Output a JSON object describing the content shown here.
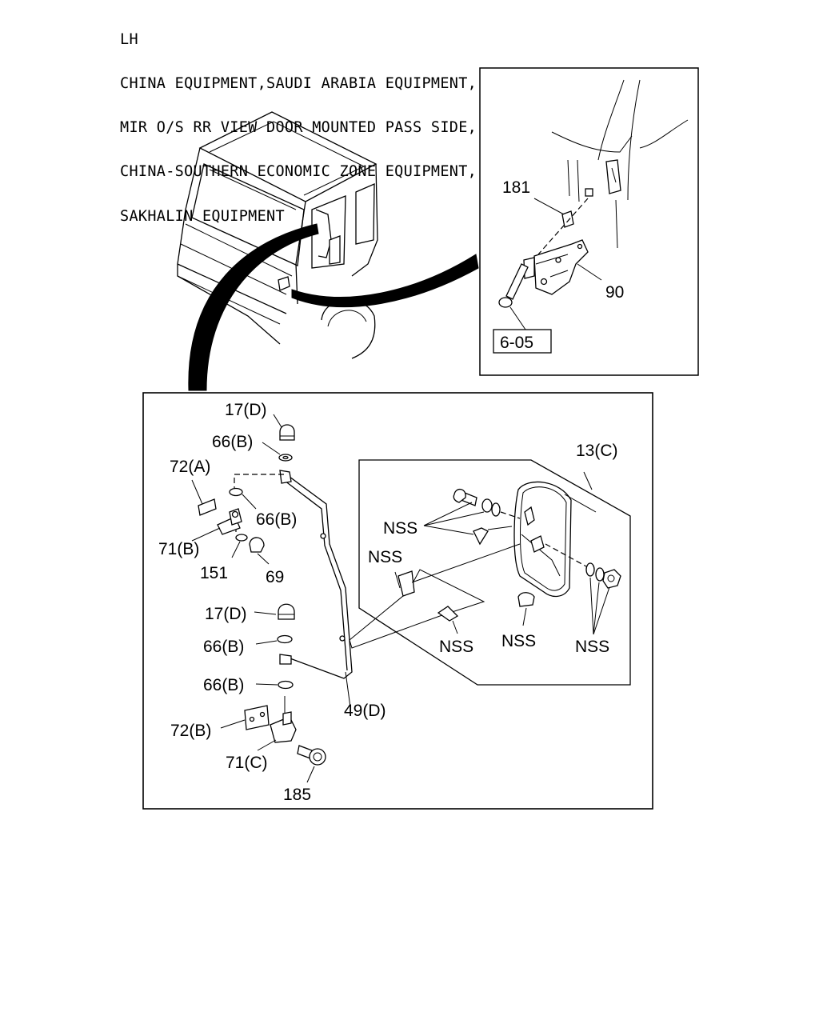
{
  "title": {
    "lines": [
      "LH",
      "CHINA EQUIPMENT,SAUDI ARABIA EQUIPMENT,",
      "MIR O/S RR VIEW DOOR MOUNTED PASS SIDE,",
      "CHINA-SOUTHERN ECONOMIC ZONE EQUIPMENT,",
      "SAKHALIN EQUIPMENT"
    ]
  },
  "inset": {
    "labels": {
      "p181": "181",
      "p90": "90",
      "ref": "6-05"
    }
  },
  "main": {
    "labels": {
      "p17_top": "17(D)",
      "p66_1": "66(B)",
      "p72a": "72(A)",
      "p66_2": "66(B)",
      "p71b": "71(B)",
      "p151": "151",
      "p69": "69",
      "p17_mid": "17(D)",
      "p66_3": "66(B)",
      "p66_4": "66(B)",
      "p72b": "72(B)",
      "p71c": "71(C)",
      "p185": "185",
      "p49d": "49(D)",
      "p13c": "13(C)",
      "nss1": "NSS",
      "nss2": "NSS",
      "nss3": "NSS",
      "nss4": "NSS",
      "nss5": "NSS"
    }
  }
}
